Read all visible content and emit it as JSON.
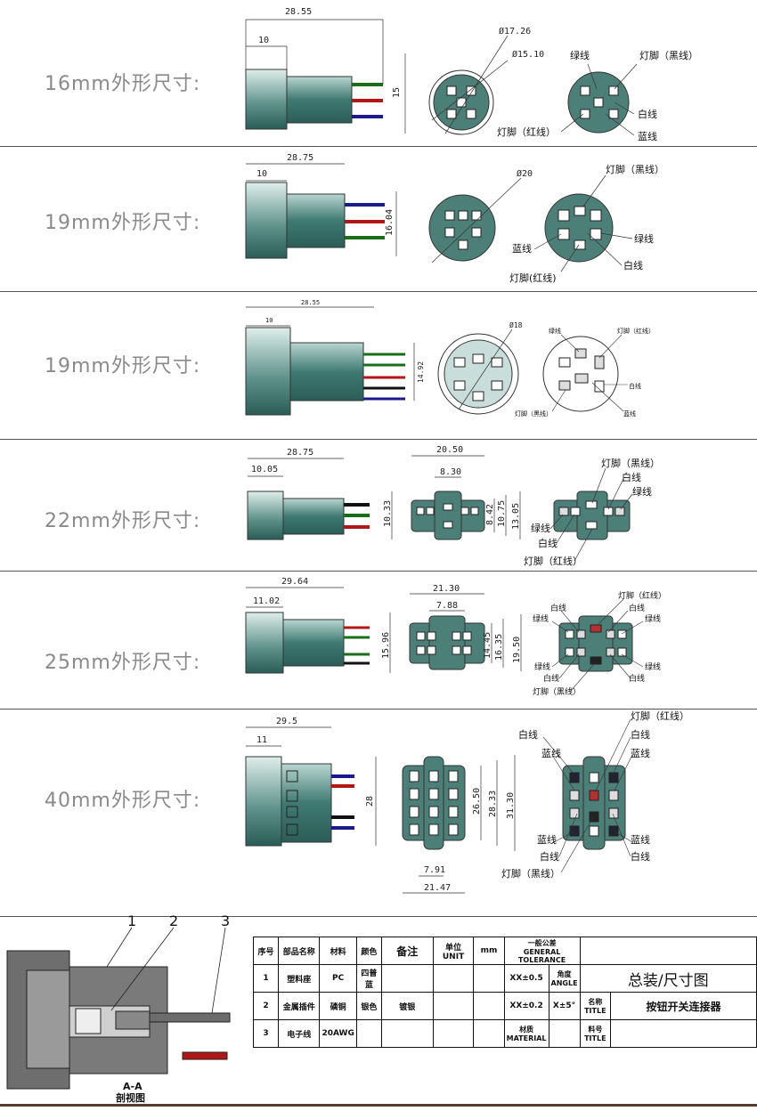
{
  "rows": [
    {
      "title": "16mm外形尺寸:",
      "dims": [
        "28.55",
        "10",
        "15"
      ],
      "front": [
        "Ø17.26",
        "Ø15.10"
      ],
      "back": [
        "绿线",
        "灯脚（黑线）",
        "白线",
        "灯脚（红线）",
        "蓝线"
      ]
    },
    {
      "title": "19mm外形尺寸:",
      "dims": [
        "28.75",
        "10",
        "16.04"
      ],
      "front": [
        "Ø20"
      ],
      "back": [
        "灯脚（黑线）",
        "绿线",
        "蓝线",
        "白线",
        "灯脚(红线)"
      ]
    },
    {
      "title": "19mm外形尺寸:",
      "dims": [
        "28.55",
        "10",
        "14.92"
      ],
      "front": [
        "Ø18"
      ],
      "back": [
        "绿线",
        "灯脚（红线）",
        "白线",
        "灯脚（黑线）",
        "蓝线"
      ]
    },
    {
      "title": "22mm外形尺寸:",
      "dims": [
        "28.75",
        "10.05",
        "10.33"
      ],
      "front": [
        "20.50",
        "8.30",
        "8.42",
        "10.75",
        "13.05"
      ],
      "back": [
        "灯脚（黑线）",
        "白线",
        "绿线",
        "绿线",
        "白线",
        "灯脚（红线）"
      ]
    },
    {
      "title": "25mm外形尺寸:",
      "dims": [
        "29.64",
        "11.02",
        "15.96"
      ],
      "front": [
        "21.30",
        "7.88",
        "14.45",
        "16.35",
        "19.50"
      ],
      "back": [
        "灯脚（红线）",
        "白线",
        "白线",
        "绿线",
        "绿线",
        "绿线",
        "绿线",
        "白线",
        "白线",
        "灯脚（黑线）"
      ]
    },
    {
      "title": "40mm外形尺寸:",
      "dims": [
        "29.5",
        "11",
        "28"
      ],
      "front": [
        "26.50",
        "28.33",
        "31.30",
        "7.91",
        "21.47"
      ],
      "back": [
        "灯脚（红线）",
        "白线",
        "白线",
        "蓝线",
        "蓝线",
        "蓝线",
        "蓝线",
        "白线",
        "白线",
        "灯脚（黑线）"
      ]
    }
  ],
  "section": {
    "callouts": [
      "1",
      "2",
      "3"
    ],
    "label1": "A-A",
    "label2": "剖视图"
  },
  "titleblock": {
    "h_no": "序号",
    "h_part": "部品名称",
    "h_mat": "材料",
    "h_color": "颜色",
    "h_note": "备注",
    "h_unit": "单位\nUNIT",
    "unit": "mm",
    "h_tol": "一般公差\nGENERAL\nTOLERANCE",
    "r1": {
      "no": "1",
      "part": "塑料座",
      "mat": "PC",
      "color": "四普蓝",
      "tol": "XX±0.5",
      "angle_h": "角度\nANGLE",
      "title": "总装/尺寸图"
    },
    "r2": {
      "no": "2",
      "part": "金属插件",
      "mat": "磷铜",
      "color": "银色",
      "note": "镀银",
      "tol": "XX±0.2",
      "angle": "X±5°",
      "name_h": "名称\nTITLE",
      "name": "按钮开关连接器"
    },
    "r3": {
      "no": "3",
      "part": "电子线",
      "mat": "20AWG",
      "material_h": "材质\nMATERIAL",
      "code_h": "料号\nTITLE"
    }
  }
}
